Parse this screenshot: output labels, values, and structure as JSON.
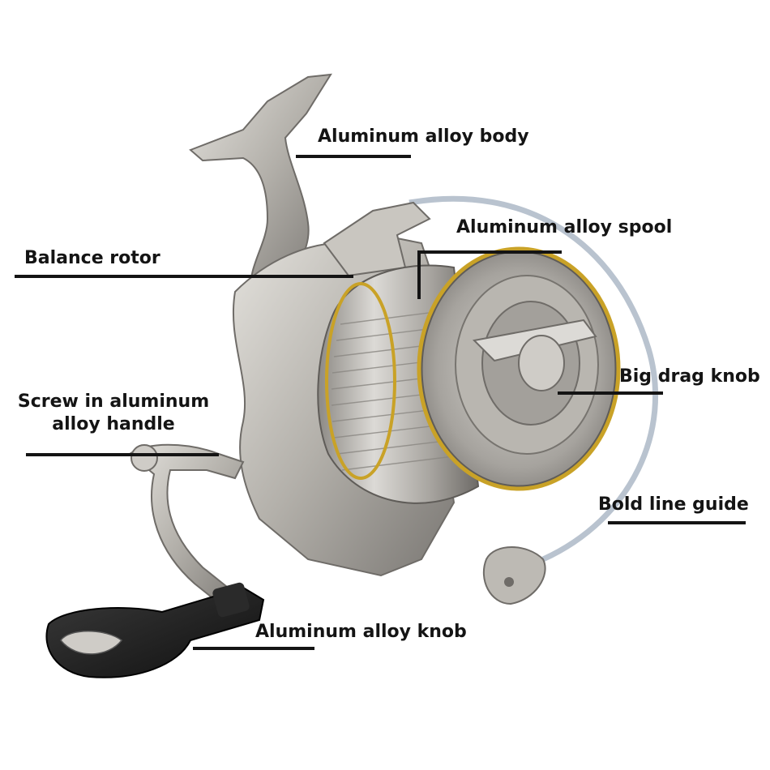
{
  "labels": {
    "body": "Aluminum alloy body",
    "spool": "Aluminum alloy spool",
    "rotor": "Balance rotor",
    "drag_knob": "Big drag knob",
    "handle_line1": "Screw in aluminum",
    "handle_line2": "alloy handle",
    "line_guide": "Bold line guide",
    "knob": "Aluminum alloy knob"
  },
  "colors": {
    "background": "#ffffff",
    "label_text": "#141414",
    "metal_light": "#d9d7d2",
    "metal_mid": "#a9a6a0",
    "metal_dark": "#6f6c68",
    "gold_ring": "#c9a227",
    "knob_black": "#1c1c1c"
  },
  "icons": [
    "fishing-reel-illustration"
  ]
}
